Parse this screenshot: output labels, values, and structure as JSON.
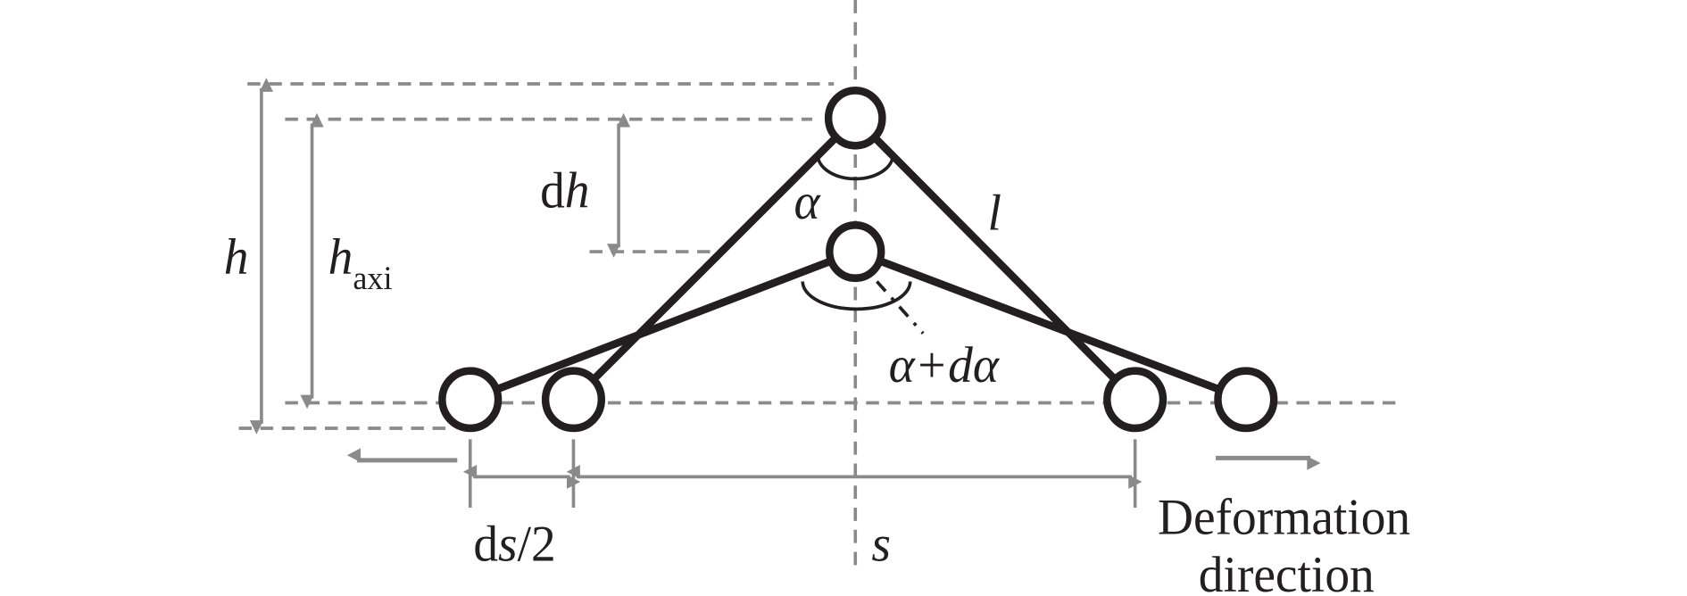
{
  "diagram": {
    "labels": {
      "h": "h",
      "h_axi_main": "h",
      "h_axi_sub": "axi",
      "dh_d": "d",
      "dh_h": "h",
      "alpha": "α",
      "l": "l",
      "alpha_plus_dalpha": "α+dα",
      "ds2_d": "d",
      "ds2_s": "s",
      "ds2_rest": "/2",
      "s": "s",
      "deformation_line1": "Deformation",
      "deformation_line2": "direction"
    },
    "colors": {
      "structure": "#231f20",
      "dimension": "#8a8a8a"
    }
  }
}
